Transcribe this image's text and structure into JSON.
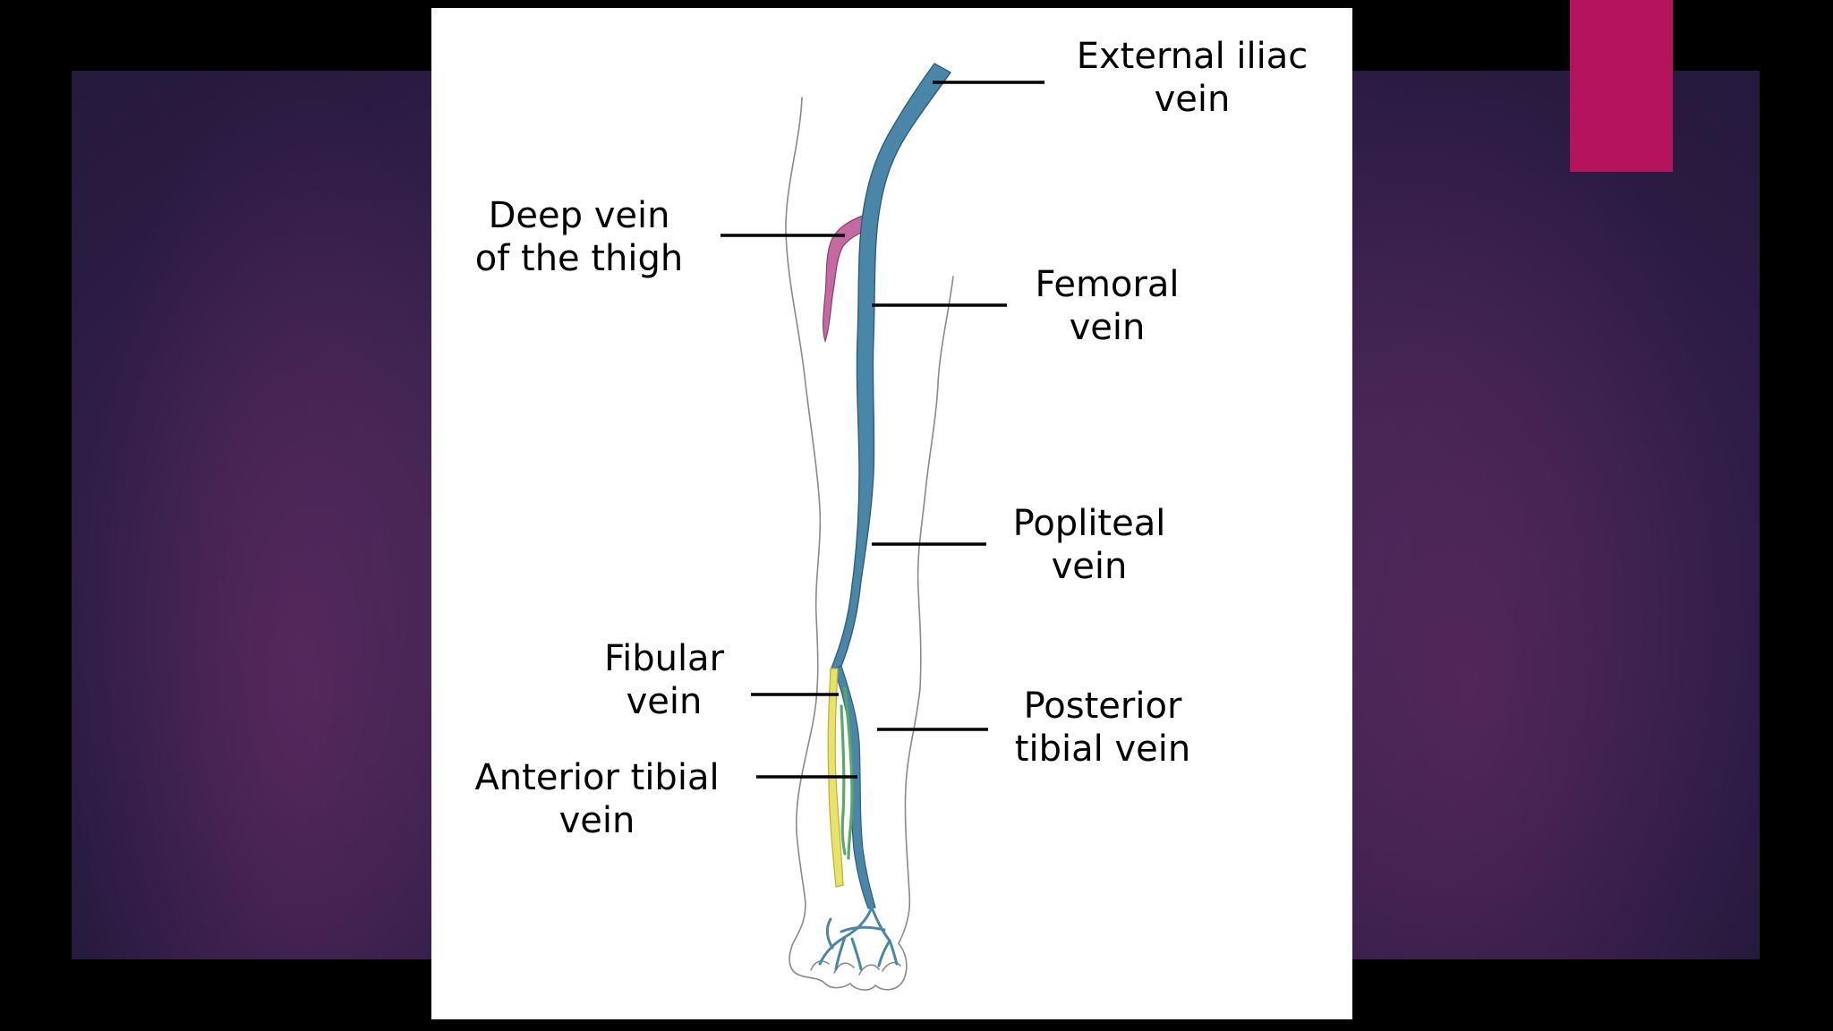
{
  "slide": {
    "background_color": "#3f2552",
    "accent_color": "#b5135e",
    "panel_color": "#ffffff"
  },
  "diagram": {
    "colors": {
      "main_vein": "#4a86a8",
      "main_vein_outline": "#2f5f7a",
      "deep_thigh_vein": "#c46aa0",
      "fibular_vein": "#e8e26a",
      "anterior_tibial_vein": "#5aa86a",
      "leg_outline": "#8a8a8a",
      "leader_line": "#000000"
    },
    "labels": {
      "external_iliac": {
        "line1": "External iliac",
        "line2": "vein"
      },
      "deep_thigh": {
        "line1": "Deep vein",
        "line2": "of the thigh"
      },
      "femoral": {
        "line1": "Femoral",
        "line2": "vein"
      },
      "popliteal": {
        "line1": "Popliteal",
        "line2": "vein"
      },
      "fibular": {
        "line1": "Fibular",
        "line2": "vein"
      },
      "posterior_tibial": {
        "line1": "Posterior",
        "line2": "tibial vein"
      },
      "anterior_tibial": {
        "line1": "Anterior tibial",
        "line2": "vein"
      }
    }
  }
}
